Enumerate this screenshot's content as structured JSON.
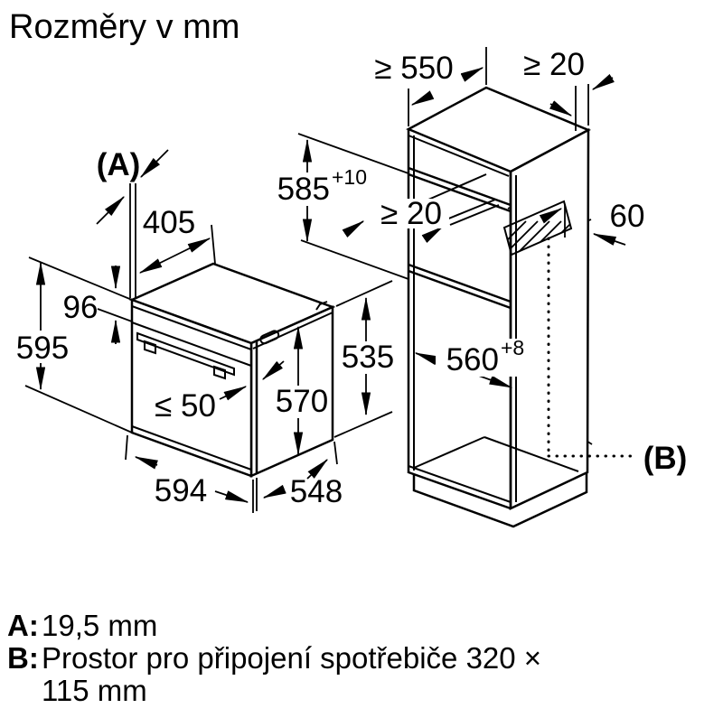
{
  "title": "Rozměry v mm",
  "callouts": {
    "a": "(A)",
    "b": "(B)"
  },
  "oven_dims": {
    "top_depth": "405",
    "panel_height": "96",
    "front_height": "595",
    "door_protrusion": "≤ 50",
    "inner_depth": "570",
    "rear_height": "535",
    "width": "594",
    "depth": "548"
  },
  "cabinet_dims": {
    "top_depth": "≥ 550",
    "top_rear_gap": "≥ 20",
    "niche_height": "585",
    "niche_height_tol": "+10",
    "mid_rear_gap": "≥ 20",
    "vent_depth": "60",
    "niche_width": "560",
    "niche_width_tol": "+8"
  },
  "legend": {
    "a_key": "A:",
    "a_value": "19,5 mm",
    "b_key": "B:",
    "b_value_line1": "Prostor pro připojení spotřebiče 320 ×",
    "b_value_line2": "115 mm"
  }
}
